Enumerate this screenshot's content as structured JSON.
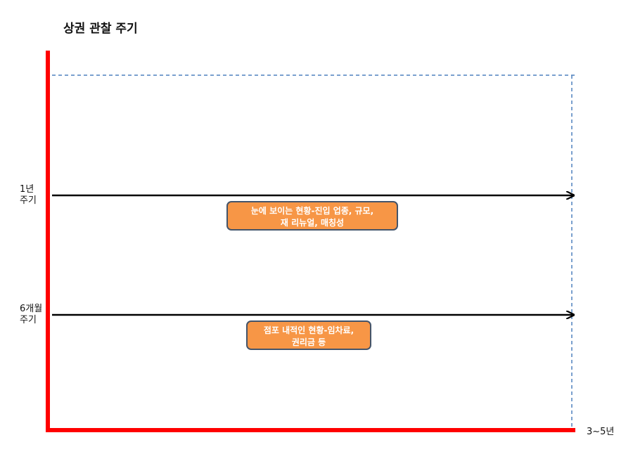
{
  "title": "상권 관찰 주기",
  "labels": {
    "one_year_line1": "1년",
    "one_year_line2": "주기",
    "six_month_line1": "6개월",
    "six_month_line2": "주기",
    "axis_end": "3~5년"
  },
  "boxes": {
    "visible_line1": "눈에 보이는 현황-진입 업종, 규모,",
    "visible_line2": "재 리뉴얼, 매칭성",
    "internal_line1": "점포 내적인 현황-임차료,",
    "internal_line2": "권리금 등"
  },
  "colors": {
    "axis": "#ff0000",
    "dashed_frame": "#4f81bd",
    "arrow": "#000000",
    "box_fill": "#f79646",
    "box_border": "#44546a",
    "box_text": "#ffffff"
  }
}
